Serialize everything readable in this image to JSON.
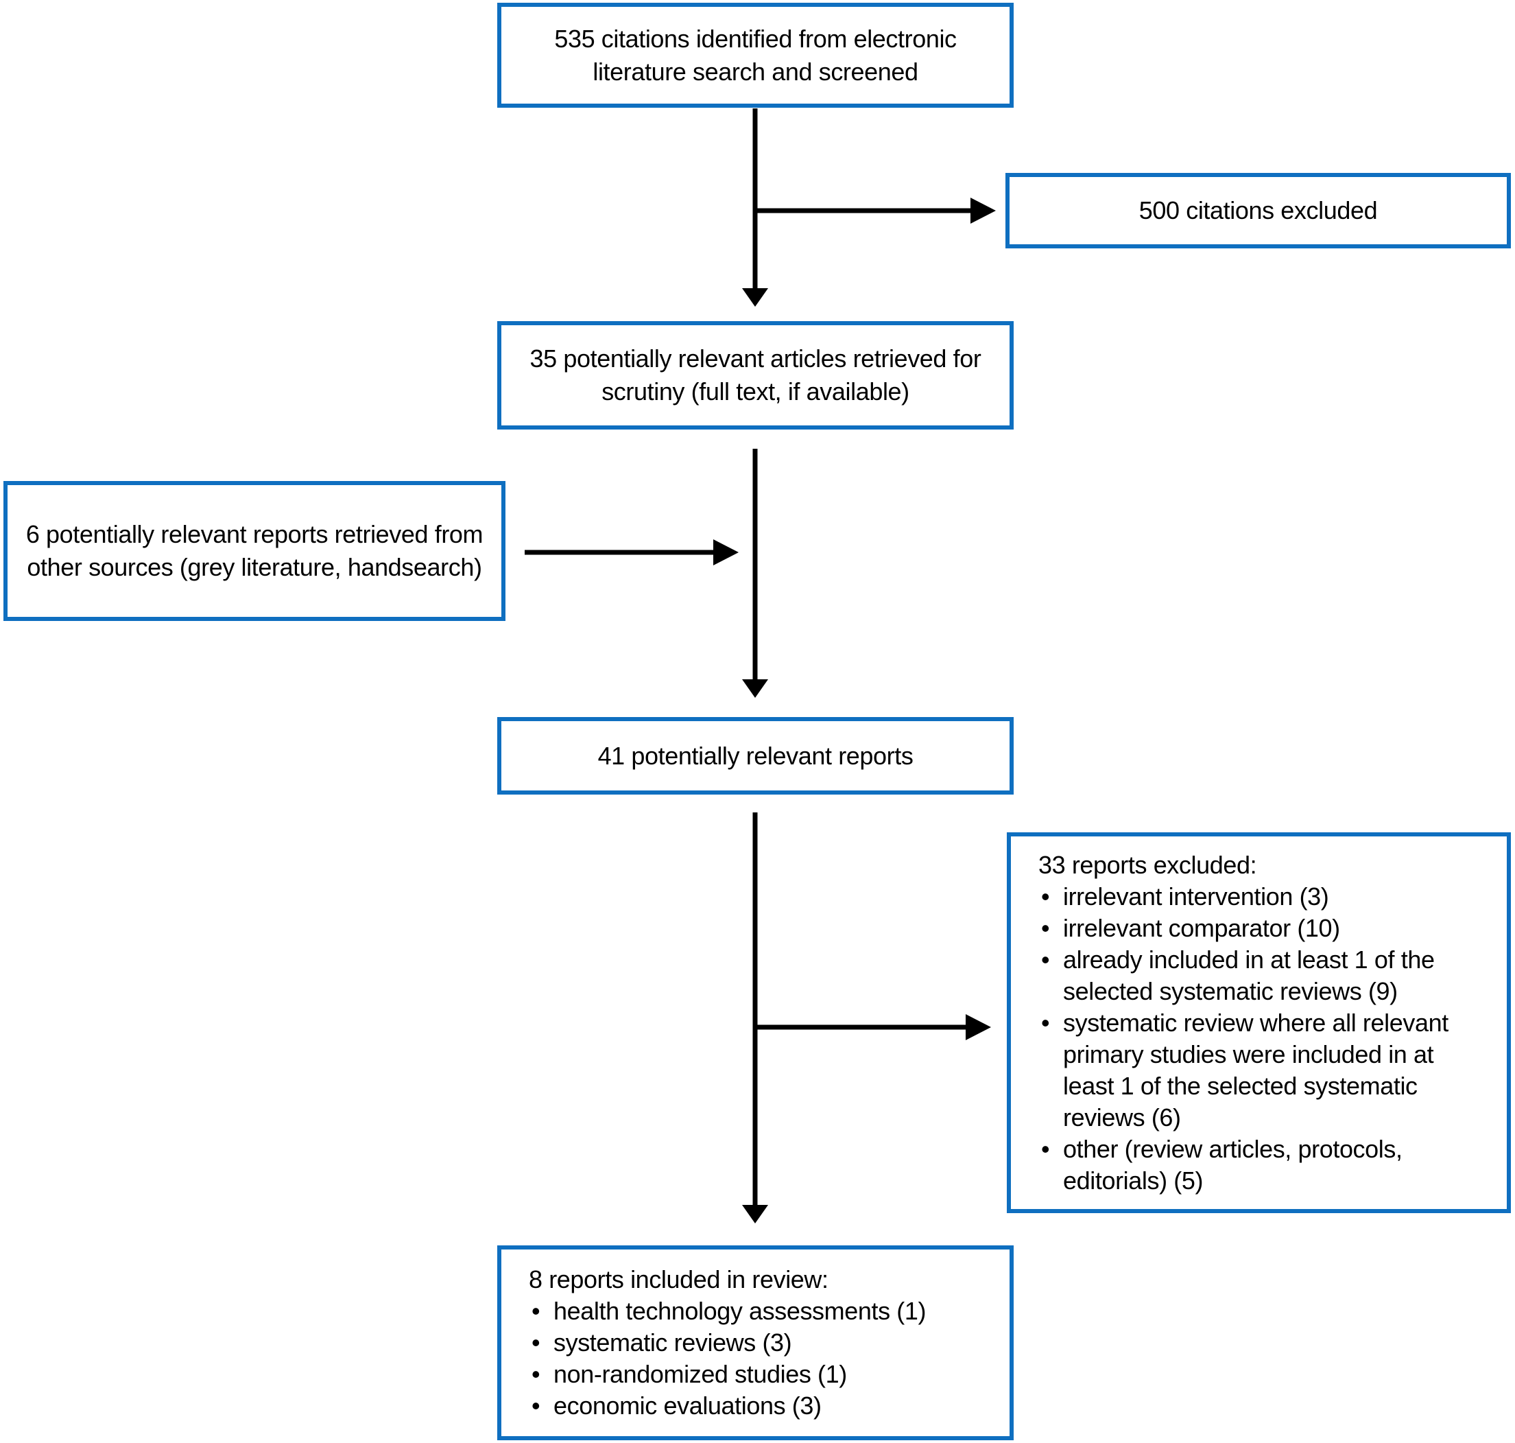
{
  "diagram": {
    "type": "flowchart",
    "style": {
      "box_border_color": "#0f6fc0",
      "arrow_color": "#000000",
      "text_color": "#000000",
      "background_color": "#ffffff"
    },
    "boxes": {
      "identified": {
        "text": "535 citations identified from electronic literature search and screened"
      },
      "excluded_citations": {
        "text": "500 citations excluded"
      },
      "retrieved": {
        "text": "35 potentially relevant articles retrieved for scrutiny (full text, if available)"
      },
      "other_sources": {
        "text": "6 potentially relevant reports retrieved from other sources (grey literature, handsearch)"
      },
      "potentially_relevant": {
        "text": "41 potentially relevant reports"
      },
      "excluded_reports": {
        "title": "33 reports excluded:",
        "items": [
          "irrelevant intervention (3)",
          "irrelevant comparator (10)",
          "already included in at least 1 of the selected systematic reviews (9)",
          "systematic review where all relevant primary studies were included in at least 1 of the selected systematic reviews (6)",
          "other (review articles, protocols, editorials) (5)"
        ]
      },
      "included": {
        "title": "8 reports included in review:",
        "items": [
          "health technology assessments (1)",
          "systematic reviews (3)",
          "non-randomized studies (1)",
          "economic evaluations (3)"
        ]
      }
    }
  }
}
